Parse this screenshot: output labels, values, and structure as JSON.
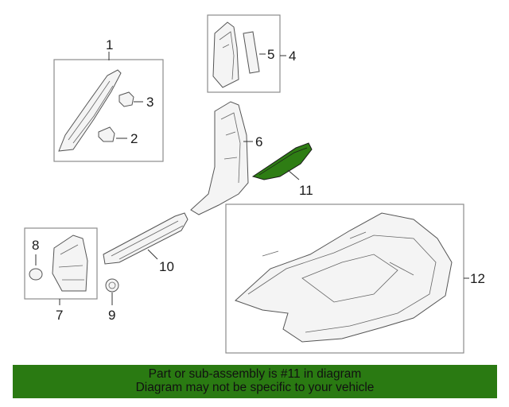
{
  "callouts": {
    "c1": "1",
    "c2": "2",
    "c3": "3",
    "c4": "4",
    "c5": "5",
    "c6": "6",
    "c7": "7",
    "c8": "8",
    "c9": "9",
    "c10": "10",
    "c11": "11",
    "c12": "12"
  },
  "highlight_color": "#2e7d14",
  "banner": {
    "line1": "Part or sub-assembly is #11 in diagram",
    "line2": "Diagram may not be specific to your vehicle"
  }
}
